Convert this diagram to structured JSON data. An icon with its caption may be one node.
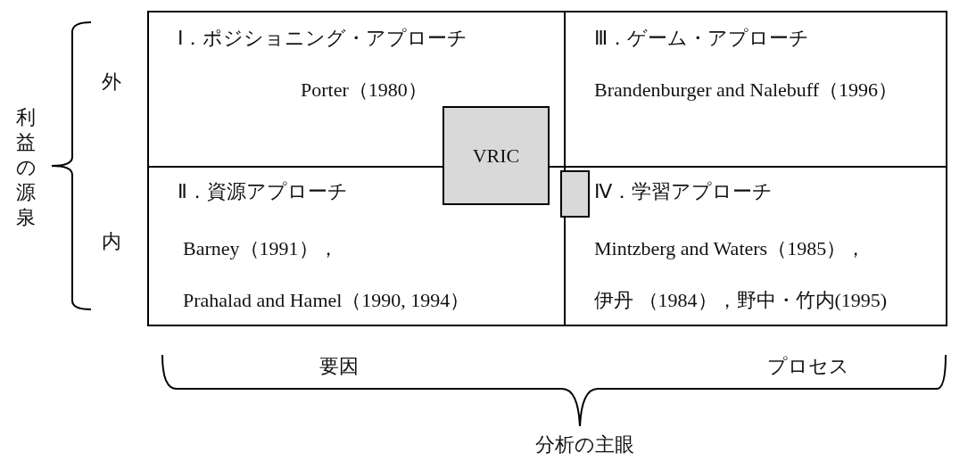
{
  "diagram": {
    "nodes": [
      {
        "text": [
          "Ⅰ．ポジショニング・アプローチ",
          "Porter（1980）"
        ]
      },
      {
        "text": [
          "Ⅲ．ゲーム・アプローチ",
          "Brandenburger and Nalebuff（1996）"
        ]
      },
      {
        "text": [
          "Ⅱ．資源アプローチ",
          "Barney（1991），",
          "Prahalad and Hamel（1990, 1994）"
        ]
      },
      {
        "text": [
          "Ⅳ．学習アプローチ",
          "Mintzberg and Waters（1985），",
          "伊丹 （1984），野中・竹内(1995)"
        ]
      },
      {
        "text": [
          "VRIC"
        ]
      },
      {
        "text": [],
        "shape": "box"
      }
    ],
    "labels": [
      "利益の源泉",
      "外",
      "内",
      "要因",
      "プロセス",
      "分析の主眼"
    ]
  }
}
